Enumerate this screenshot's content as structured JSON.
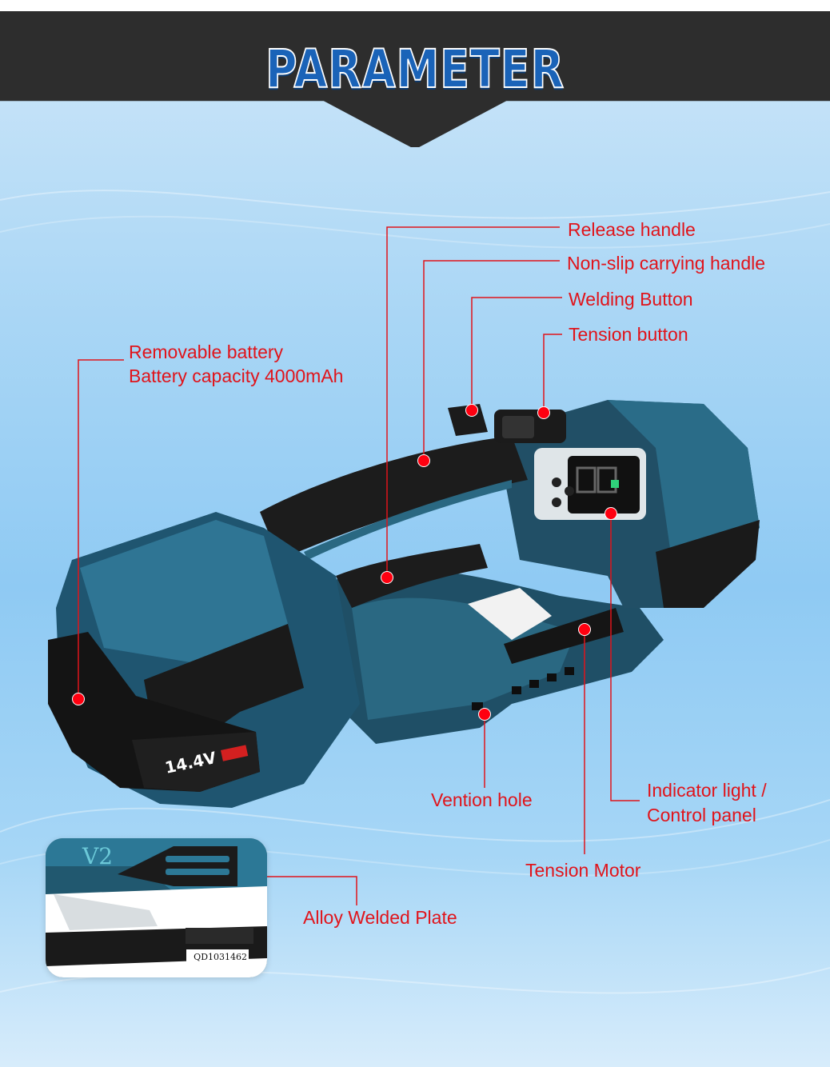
{
  "header": {
    "title": "PARAMETER"
  },
  "labels": {
    "release_handle": "Release handle",
    "carrying_handle": "Non-slip carrying handle",
    "welding_button": "Welding Button",
    "tension_button": "Tension button",
    "battery_line1": "Removable battery",
    "battery_line2": "Battery capacity 4000mAh",
    "vention_hole": "Vention hole",
    "indicator_line1": "Indicator light /",
    "indicator_line2": "Control panel",
    "tension_motor": "Tension Motor",
    "alloy_plate": "Alloy Welded Plate"
  },
  "product": {
    "battery_voltage": "14.4V",
    "inset_model": "V2",
    "inset_serial": "QD1031462"
  },
  "colors": {
    "label_red": "#e0141b",
    "banner_dark": "#2d2d2d",
    "title_blue": "#1a63b8",
    "tool_teal": "#1f4f66"
  }
}
